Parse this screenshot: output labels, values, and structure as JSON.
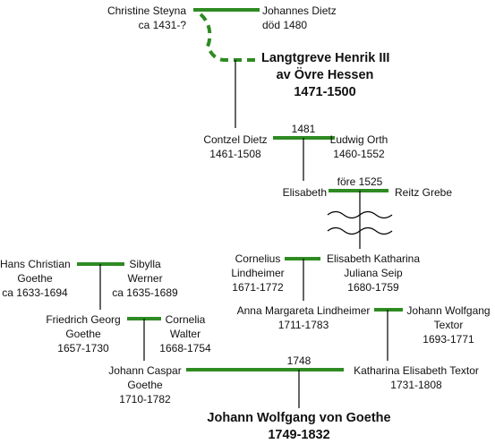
{
  "colors": {
    "marriage": "#2e8b22",
    "descent": "#000000",
    "text": "#111111"
  },
  "people": {
    "christine": {
      "name": "Christine Steyna",
      "dates": "ca 1431-?"
    },
    "johannes": {
      "name": "Johannes Dietz",
      "dates": "död 1480"
    },
    "henrik": {
      "line1": "Langtgreve Henrik III",
      "line2": "av Övre Hessen",
      "dates": "1471-1500"
    },
    "contzel": {
      "name": "Contzel Dietz",
      "dates": "1461-1508"
    },
    "ludwig": {
      "name": "Ludwig Orth",
      "dates": "1460-1552"
    },
    "elisabeth": {
      "name": "Elisabeth"
    },
    "reitz": {
      "name": "Reitz Grebe"
    },
    "cornelius": {
      "line1": "Cornelius",
      "line2": "Lindheimer",
      "dates": "1671-1772"
    },
    "elisabeth_katharina": {
      "line1": "Elisabeth Katharina",
      "line2": "Juliana Seip",
      "dates": "1680-1759"
    },
    "hans": {
      "name": "Hans Christian",
      "line2": "Goethe",
      "dates": "ca 1633-1694"
    },
    "sibylla": {
      "line1": "Sibylla",
      "line2": "Werner",
      "dates": "ca 1635-1689"
    },
    "friedrich": {
      "name": "Friedrich Georg",
      "line2": "Goethe",
      "dates": "1657-1730"
    },
    "cornelia": {
      "line1": "Cornelia",
      "line2": "Walter",
      "dates": "1668-1754"
    },
    "anna": {
      "name": "Anna Margareta Lindheimer",
      "dates": "1711-1783"
    },
    "textor": {
      "line1": "Johann Wolfgang",
      "line2": "Textor",
      "dates": "1693-1771"
    },
    "caspar": {
      "line1": "Johann Caspar",
      "line2": "Goethe",
      "dates": "1710-1782"
    },
    "katharina": {
      "name": "Katharina Elisabeth Textor",
      "dates": "1731-1808"
    },
    "goethe": {
      "name": "Johann Wolfgang von Goethe",
      "dates": "1749-1832"
    }
  },
  "marriage_years": {
    "orth": "1481",
    "grebe": "före 1525",
    "goethe": "1748"
  }
}
